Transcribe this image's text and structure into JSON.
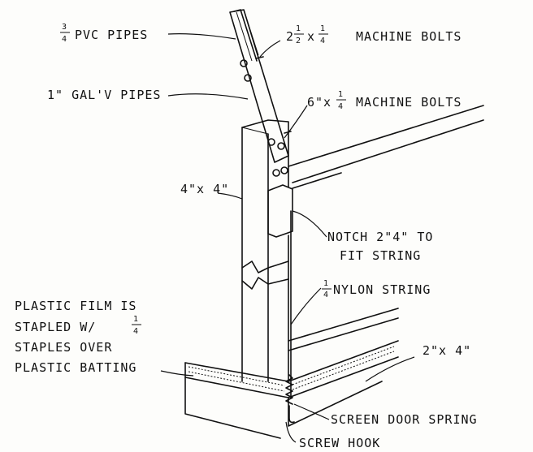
{
  "labels": {
    "pvc": "PVC PIPES",
    "pvc_num": "3",
    "pvc_den": "4",
    "machine_bolts_1": "MACHINE BOLTS",
    "mb1_whole": "2",
    "mb1_num": "1",
    "mb1_den": "2",
    "mb1_x": "x",
    "mb1_num2": "1",
    "mb1_den2": "4",
    "galv": "1\" GAL'V PIPES",
    "machine_bolts_2": "MACHINE BOLTS",
    "mb2_prefix": "6\"x",
    "mb2_num": "1",
    "mb2_den": "4",
    "post": "4\"x 4\"",
    "notch_1": "NOTCH 2\"4\" TO",
    "notch_2": "FIT STRING",
    "nylon": "NYLON STRING",
    "nylon_num": "1",
    "nylon_den": "4",
    "plastic_1": "PLASTIC  FILM IS",
    "plastic_2": "STAPLED  W/",
    "plastic_2_num": "1",
    "plastic_2_den": "4",
    "plastic_3": "STAPLES OVER",
    "plastic_4": "PLASTIC BATTING",
    "board": "2\"x 4\"",
    "spring": "SCREEN  DOOR   SPRING",
    "hook": "SCREW HOOK"
  }
}
